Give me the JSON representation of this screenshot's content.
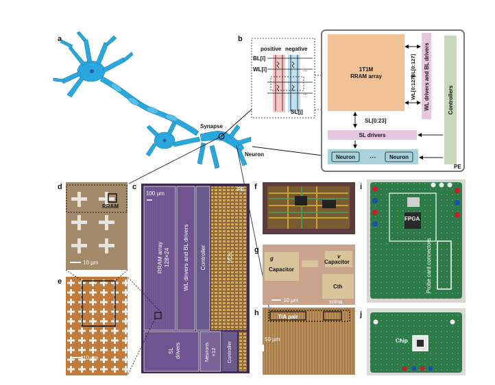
{
  "panels": {
    "a": "a",
    "b": "b",
    "c": "c",
    "d": "d",
    "e": "e",
    "f": "f",
    "g": "g",
    "h": "h",
    "i": "i",
    "j": "j"
  },
  "neuron_labels": {
    "synapse": "Synapse",
    "neuron": "Neuron"
  },
  "synapse_inset": {
    "positive": "positive",
    "negative": "negative",
    "bl": "BL[i]",
    "wl": "WL[i]",
    "sl": "SL[j]",
    "dots": "..."
  },
  "pe_block": {
    "array_line1": "1T1M",
    "array_line2": "RRAM array",
    "bl_bus": "BL[0:127]",
    "wl_bus": "WL[0:127]",
    "sl_bus": "SL[0:23]",
    "wl_bl_drivers": "WL drivers and BL drivers",
    "controllers": "Controllers",
    "sl_drivers": "SL drivers",
    "neuron_left": "Neuron",
    "neuron_right": "Neuron",
    "ellipsis": "···",
    "pe": "PE"
  },
  "chip_die": {
    "pe": "PE",
    "scale": "100 μm",
    "rram_line1": "RRAM array",
    "rram_line2": "128×24",
    "wl_bl": "WL drivers and BL drivers",
    "controller": "Controller",
    "ios": "I/Os",
    "sl_drivers_1": "SL",
    "sl_drivers_2": "drivers",
    "neurons_1": "Neurons",
    "neurons_2": "×12",
    "controller_small": "Controller"
  },
  "micro_d": {
    "rram": "RRAM",
    "scale": "10 μm"
  },
  "micro_e": {
    "scale": "10 μm"
  },
  "micro_g": {
    "capacitor_left": "Capacitor",
    "capacitor_right": "Capacitor",
    "cth": "Cth",
    "soma": "soma",
    "scale": "10 μm",
    "mark_left": "g",
    "mark_right": "v"
  },
  "micro_h": {
    "tia": "TIA pair",
    "scale": "50 μm"
  },
  "board_i": {
    "fpga": "FPGA",
    "probe": "Probe card connectors"
  },
  "board_j": {
    "chip": "Chip"
  },
  "colors": {
    "neuron_body": "#2aa7dc",
    "rram_orange": "#f2c297",
    "driver_pink": "#e6c6e1",
    "controller_green": "#c8d8bc",
    "neuron_teal": "#a9d3dc",
    "die_purple": "#6a4f8c"
  }
}
